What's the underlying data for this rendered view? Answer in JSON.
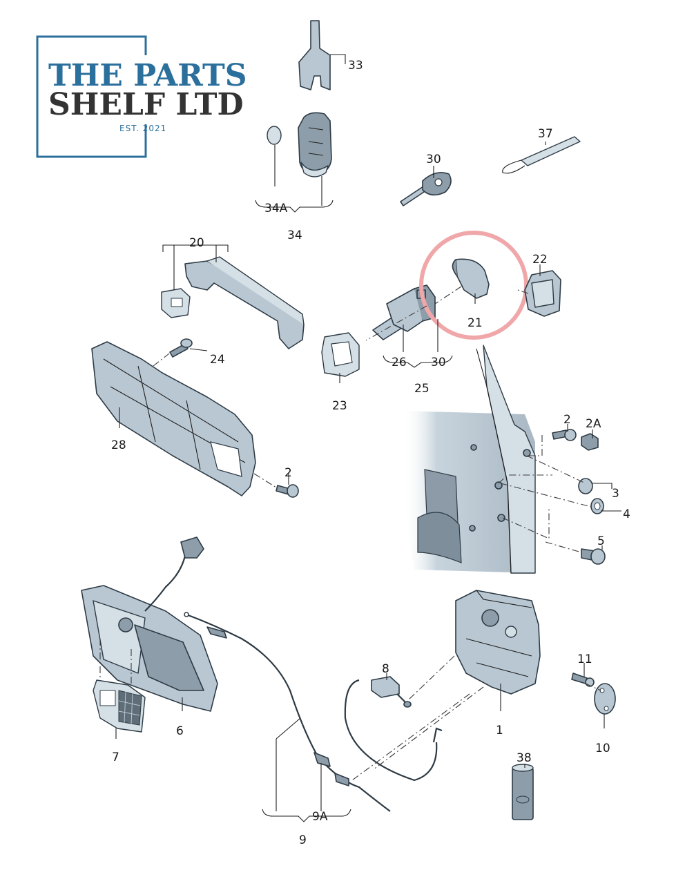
{
  "logo": {
    "line1": "THE PARTS",
    "line2": "SHELF LTD",
    "est": "EST. 2021",
    "colors": {
      "blue": "#2b6f9c",
      "dark": "#333333",
      "frame": "#2b6f9c"
    }
  },
  "highlight": {
    "color": "#f0a7a9",
    "part": "21"
  },
  "callouts": {
    "c33": "33",
    "c34A": "34A",
    "c34": "34",
    "c30a": "30",
    "c37": "37",
    "c20": "20",
    "c22": "22",
    "c21": "21",
    "c24": "24",
    "c26": "26",
    "c30b": "30",
    "c25": "25",
    "c23": "23",
    "c28": "28",
    "c2a": "2",
    "c2b": "2",
    "c2A": "2A",
    "c3": "3",
    "c4": "4",
    "c5": "5",
    "c8": "8",
    "c11": "11",
    "c10": "10",
    "c1": "1",
    "c6": "6",
    "c7": "7",
    "c38": "38",
    "c9A": "9A",
    "c9": "9"
  }
}
